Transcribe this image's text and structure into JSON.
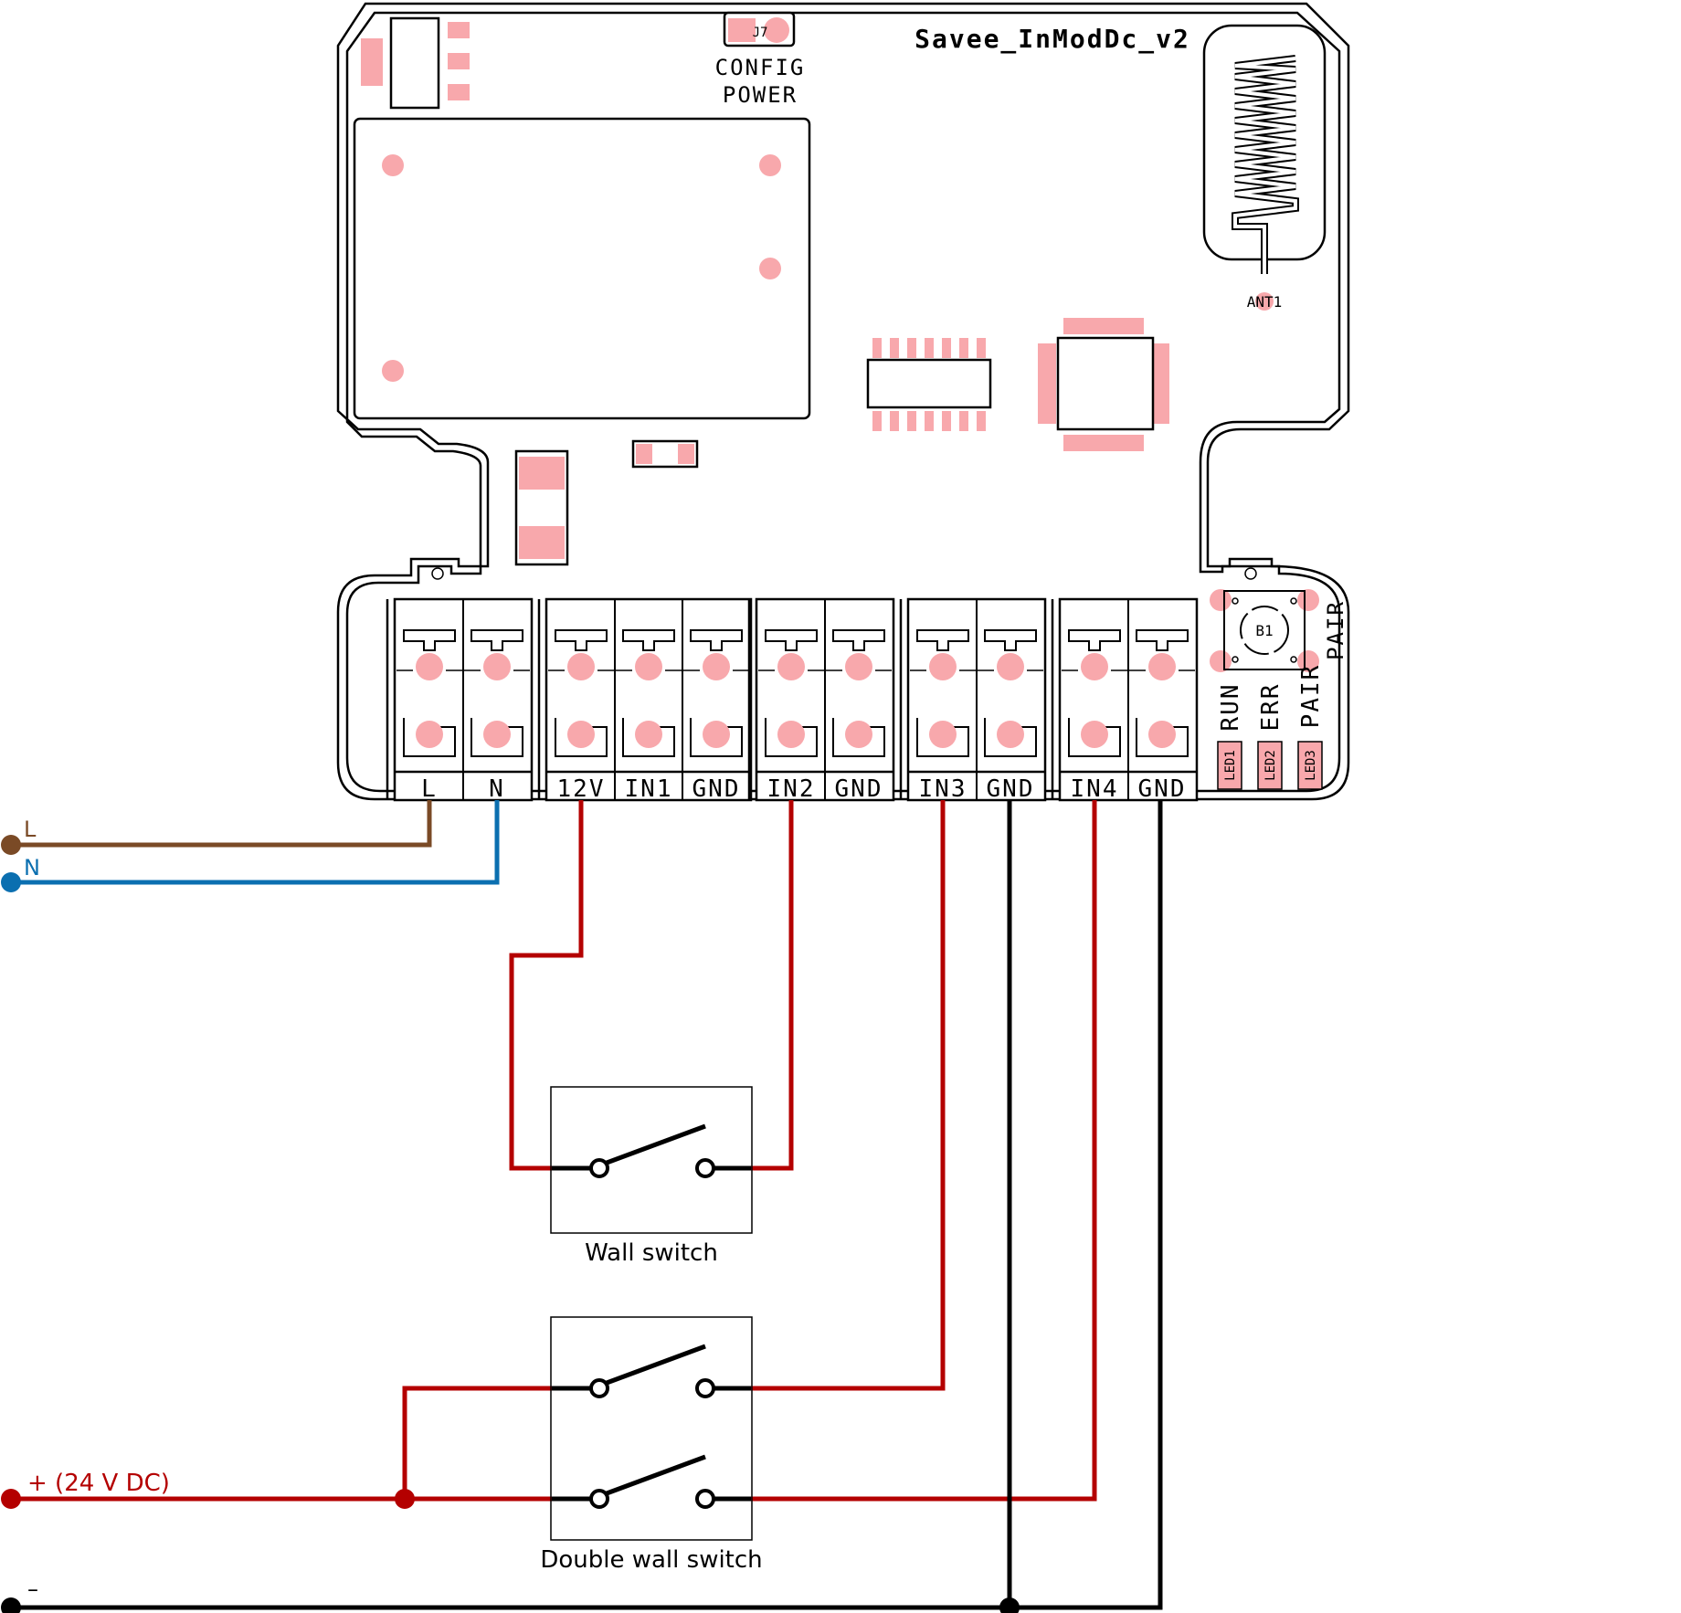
{
  "board": {
    "title": "Savee_InModDc_v2",
    "jumper": "J7",
    "config": "CONFIG",
    "power": "POWER",
    "antenna": "ANT1",
    "button": "B1",
    "pair_label": "PAIR"
  },
  "terminals": [
    "L",
    "N",
    "12V",
    "IN1",
    "GND",
    "IN2",
    "GND",
    "IN3",
    "GND",
    "IN4",
    "GND"
  ],
  "leds": [
    {
      "label": "RUN",
      "ref": "LED1"
    },
    {
      "label": "ERR",
      "ref": "LED2"
    },
    {
      "label": "PAIR",
      "ref": "LED3"
    }
  ],
  "mains": {
    "l_label": "L",
    "n_label": "N"
  },
  "dc": {
    "plus_label": "+ (24 V DC)",
    "minus_label": "–"
  },
  "switches": {
    "wall": "Wall switch",
    "double": "Double wall switch"
  },
  "colors": {
    "wire_red": "#b40000",
    "wire_black": "#000000",
    "wire_brown": "#7a4a26",
    "wire_blue": "#0b6fb0",
    "pad_pink": "#f8a8ac"
  }
}
